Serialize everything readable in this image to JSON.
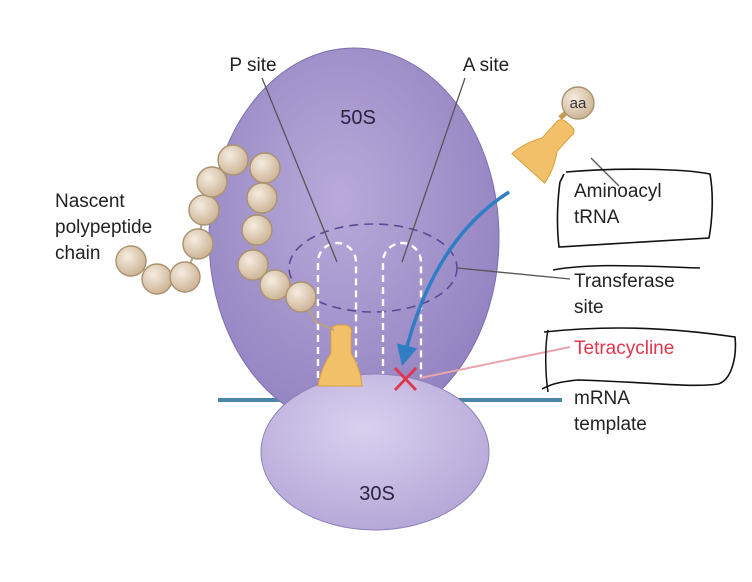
{
  "labels": {
    "p_site": "P site",
    "a_site": "A site",
    "subunit_large": "50S",
    "subunit_small": "30S",
    "amino_acid": "aa",
    "nascent": [
      "Nascent",
      "polypeptide",
      "chain"
    ],
    "aminoacyl": [
      "Aminoacyl",
      "tRNA"
    ],
    "transferase": [
      "Transferase",
      "site"
    ],
    "antibiotic": "Tetracycline",
    "mrna": [
      "mRNA",
      "template"
    ]
  },
  "colors": {
    "ribosome_large": "#a493cb",
    "ribosome_small": "#c5b9e2",
    "trna": "#f3c06a",
    "bead": "#e6d3b7",
    "mrna": "#4a86a8",
    "blocked_marker": "#e0354a",
    "arrow": "#2f7ec4"
  },
  "icons": {
    "block": "x-mark-icon"
  }
}
